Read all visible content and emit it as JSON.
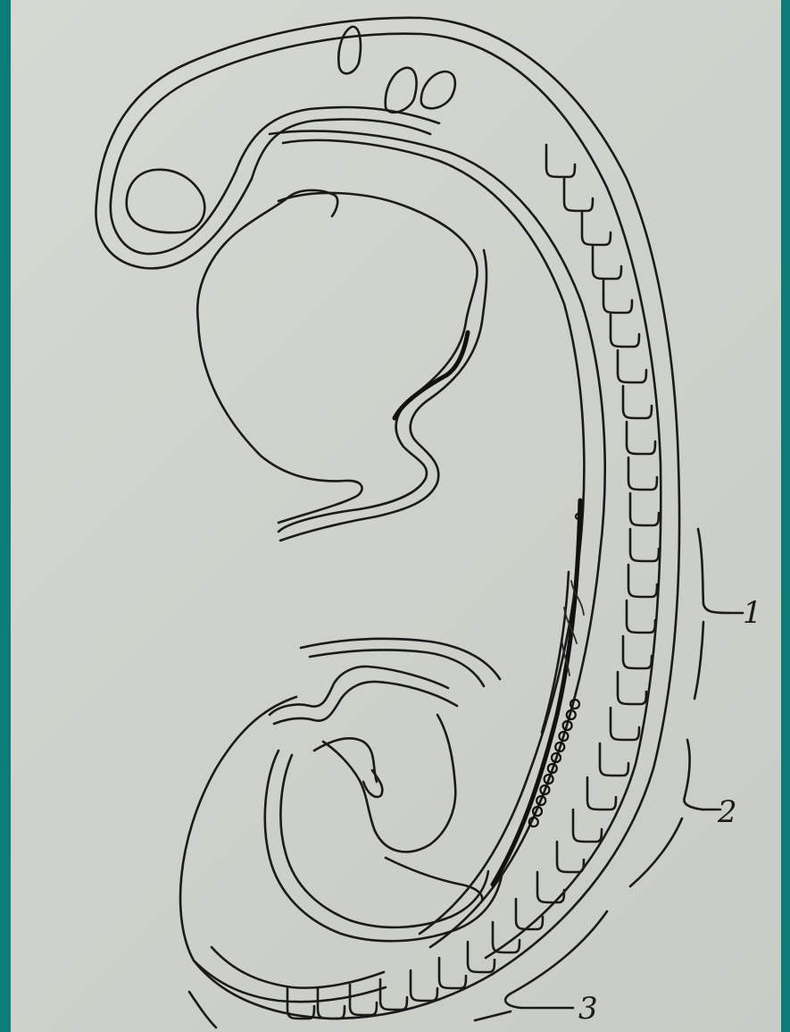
{
  "figure": {
    "labels": [
      {
        "id": "1",
        "text": "1"
      },
      {
        "id": "2",
        "text": "2"
      },
      {
        "id": "3",
        "text": "3"
      }
    ]
  }
}
